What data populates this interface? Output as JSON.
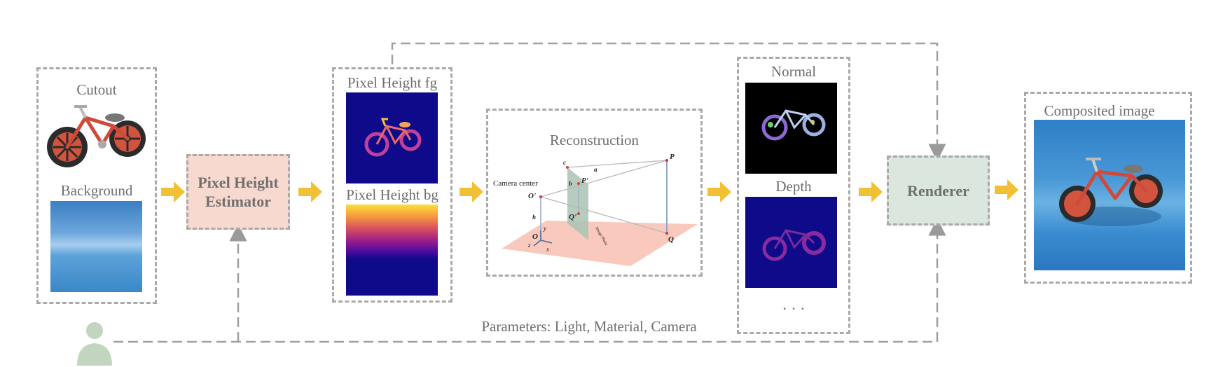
{
  "labels": {
    "cutout": "Cutout",
    "background": "Background",
    "pixel_height_estimator_line1": "Pixel Height",
    "pixel_height_estimator_line2": "Estimator",
    "pixel_height_fg": "Pixel Height fg",
    "pixel_height_bg": "Pixel Height bg",
    "reconstruction": "Reconstruction",
    "normal": "Normal",
    "depth": "Depth",
    "ellipsis": "· · ·",
    "renderer": "Renderer",
    "composited_image": "Composited image",
    "parameters": "Parameters: Light, Material, Camera"
  },
  "reconstruction_diagram": {
    "camera_center": "Camera   center",
    "O_prime": "O'",
    "P_prime": "P'",
    "Q_prime": "Q'",
    "P": "P",
    "Q": "Q",
    "O": "O",
    "a": "a",
    "b": "b",
    "c": "c",
    "h": "h",
    "x": "x",
    "y": "y",
    "z": "z",
    "image_plane": "Image Plane"
  },
  "colors": {
    "arrow": "#f2c035",
    "estimator_fill": "#f8d9cf",
    "renderer_fill": "#dbe6df",
    "dashed": "#a9a9a9",
    "dark_blue": "#0e0a8a",
    "user_icon": "#c2d6bf"
  },
  "icons": {
    "flow_arrow": "right-arrow-icon",
    "user": "user-icon"
  }
}
